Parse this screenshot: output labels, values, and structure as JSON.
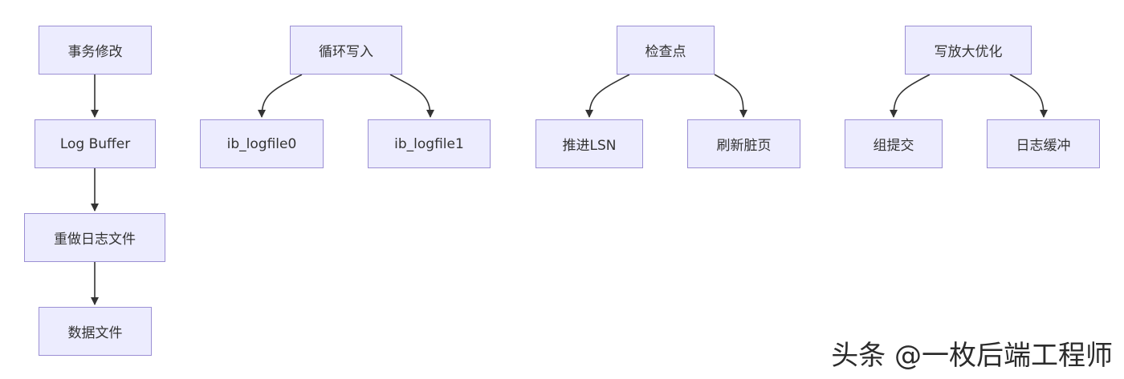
{
  "diagram": {
    "chains": [
      {
        "nodes": [
          {
            "id": "txn",
            "label": "事务修改"
          },
          {
            "id": "logbuf",
            "label": "Log Buffer"
          },
          {
            "id": "redo",
            "label": "重做日志文件"
          },
          {
            "id": "data",
            "label": "数据文件"
          }
        ]
      },
      {
        "nodes": [
          {
            "id": "circular",
            "label": "循环写入"
          },
          {
            "id": "lf0",
            "label": "ib_logfile0"
          },
          {
            "id": "lf1",
            "label": "ib_logfile1"
          }
        ]
      },
      {
        "nodes": [
          {
            "id": "checkpoint",
            "label": "检查点"
          },
          {
            "id": "lsn",
            "label": "推进LSN"
          },
          {
            "id": "flush",
            "label": "刷新脏页"
          }
        ]
      },
      {
        "nodes": [
          {
            "id": "writeopt",
            "label": "写放大优化"
          },
          {
            "id": "group",
            "label": "组提交"
          },
          {
            "id": "logbuffering",
            "label": "日志缓冲"
          }
        ]
      }
    ],
    "edges": [
      {
        "from": "txn",
        "to": "logbuf"
      },
      {
        "from": "logbuf",
        "to": "redo"
      },
      {
        "from": "redo",
        "to": "data"
      },
      {
        "from": "circular",
        "to": "lf0"
      },
      {
        "from": "circular",
        "to": "lf1"
      },
      {
        "from": "checkpoint",
        "to": "lsn"
      },
      {
        "from": "checkpoint",
        "to": "flush"
      },
      {
        "from": "writeopt",
        "to": "group"
      },
      {
        "from": "writeopt",
        "to": "logbuffering"
      }
    ]
  },
  "watermark": "头条 @一枚后端工程师",
  "colors": {
    "node_fill": "#ececfe",
    "node_border": "#9b8fd4",
    "edge": "#333333",
    "text": "#333333"
  }
}
